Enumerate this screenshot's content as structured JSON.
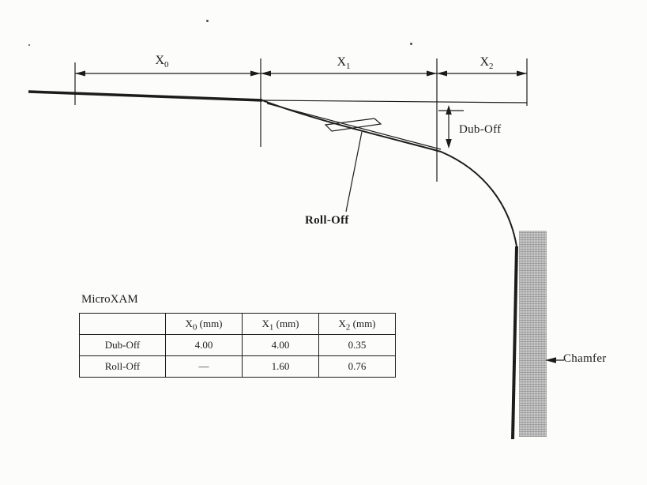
{
  "dimensions": {
    "x0": {
      "base": "X",
      "sub": "0"
    },
    "x1": {
      "base": "X",
      "sub": "1"
    },
    "x2": {
      "base": "X",
      "sub": "2"
    }
  },
  "callouts": {
    "dub_off": "Dub-Off",
    "roll_off": "Roll-Off",
    "chamfer": "Chamfer"
  },
  "table": {
    "title": "MicroXAM",
    "headers": [
      {
        "base": "X",
        "sub": "0",
        "unit": " (mm)"
      },
      {
        "base": "X",
        "sub": "1",
        "unit": " (mm)"
      },
      {
        "base": "X",
        "sub": "2",
        "unit": " (mm)"
      }
    ],
    "rows": [
      {
        "label": "Dub-Off",
        "values": [
          "4.00",
          "4.00",
          "0.35"
        ]
      },
      {
        "label": "Roll-Off",
        "values": [
          "—",
          "1.60",
          "0.76"
        ]
      }
    ]
  },
  "colors": {
    "ink": "#1c1c1c",
    "chamfer_fill": "#cccccc",
    "paper": "#fcfcfa"
  }
}
